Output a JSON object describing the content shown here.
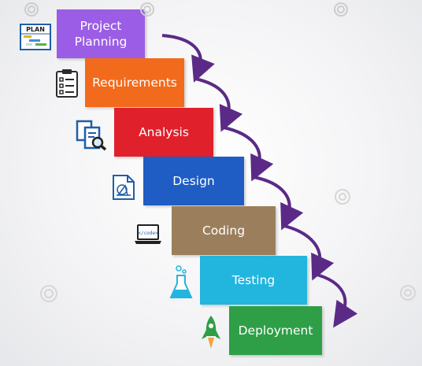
{
  "steps": [
    {
      "label": "Project Planning",
      "color": "#9b5de5",
      "icon": "plan-icon"
    },
    {
      "label": "Requirements",
      "color": "#f26a1b",
      "icon": "clipboard-checklist-icon"
    },
    {
      "label": "Analysis",
      "color": "#e0202b",
      "icon": "documents-magnifier-icon"
    },
    {
      "label": "Design",
      "color": "#1f5dc4",
      "icon": "design-document-icon"
    },
    {
      "label": "Coding",
      "color": "#9b7f5c",
      "icon": "laptop-code-icon"
    },
    {
      "label": "Testing",
      "color": "#22b5de",
      "icon": "flask-icon"
    },
    {
      "label": "Deployment",
      "color": "#2e9f47",
      "icon": "rocket-icon"
    }
  ],
  "icons": {
    "plan_text": "PLAN",
    "code_text": "</code>"
  },
  "arrow_color": "#5b2a86"
}
